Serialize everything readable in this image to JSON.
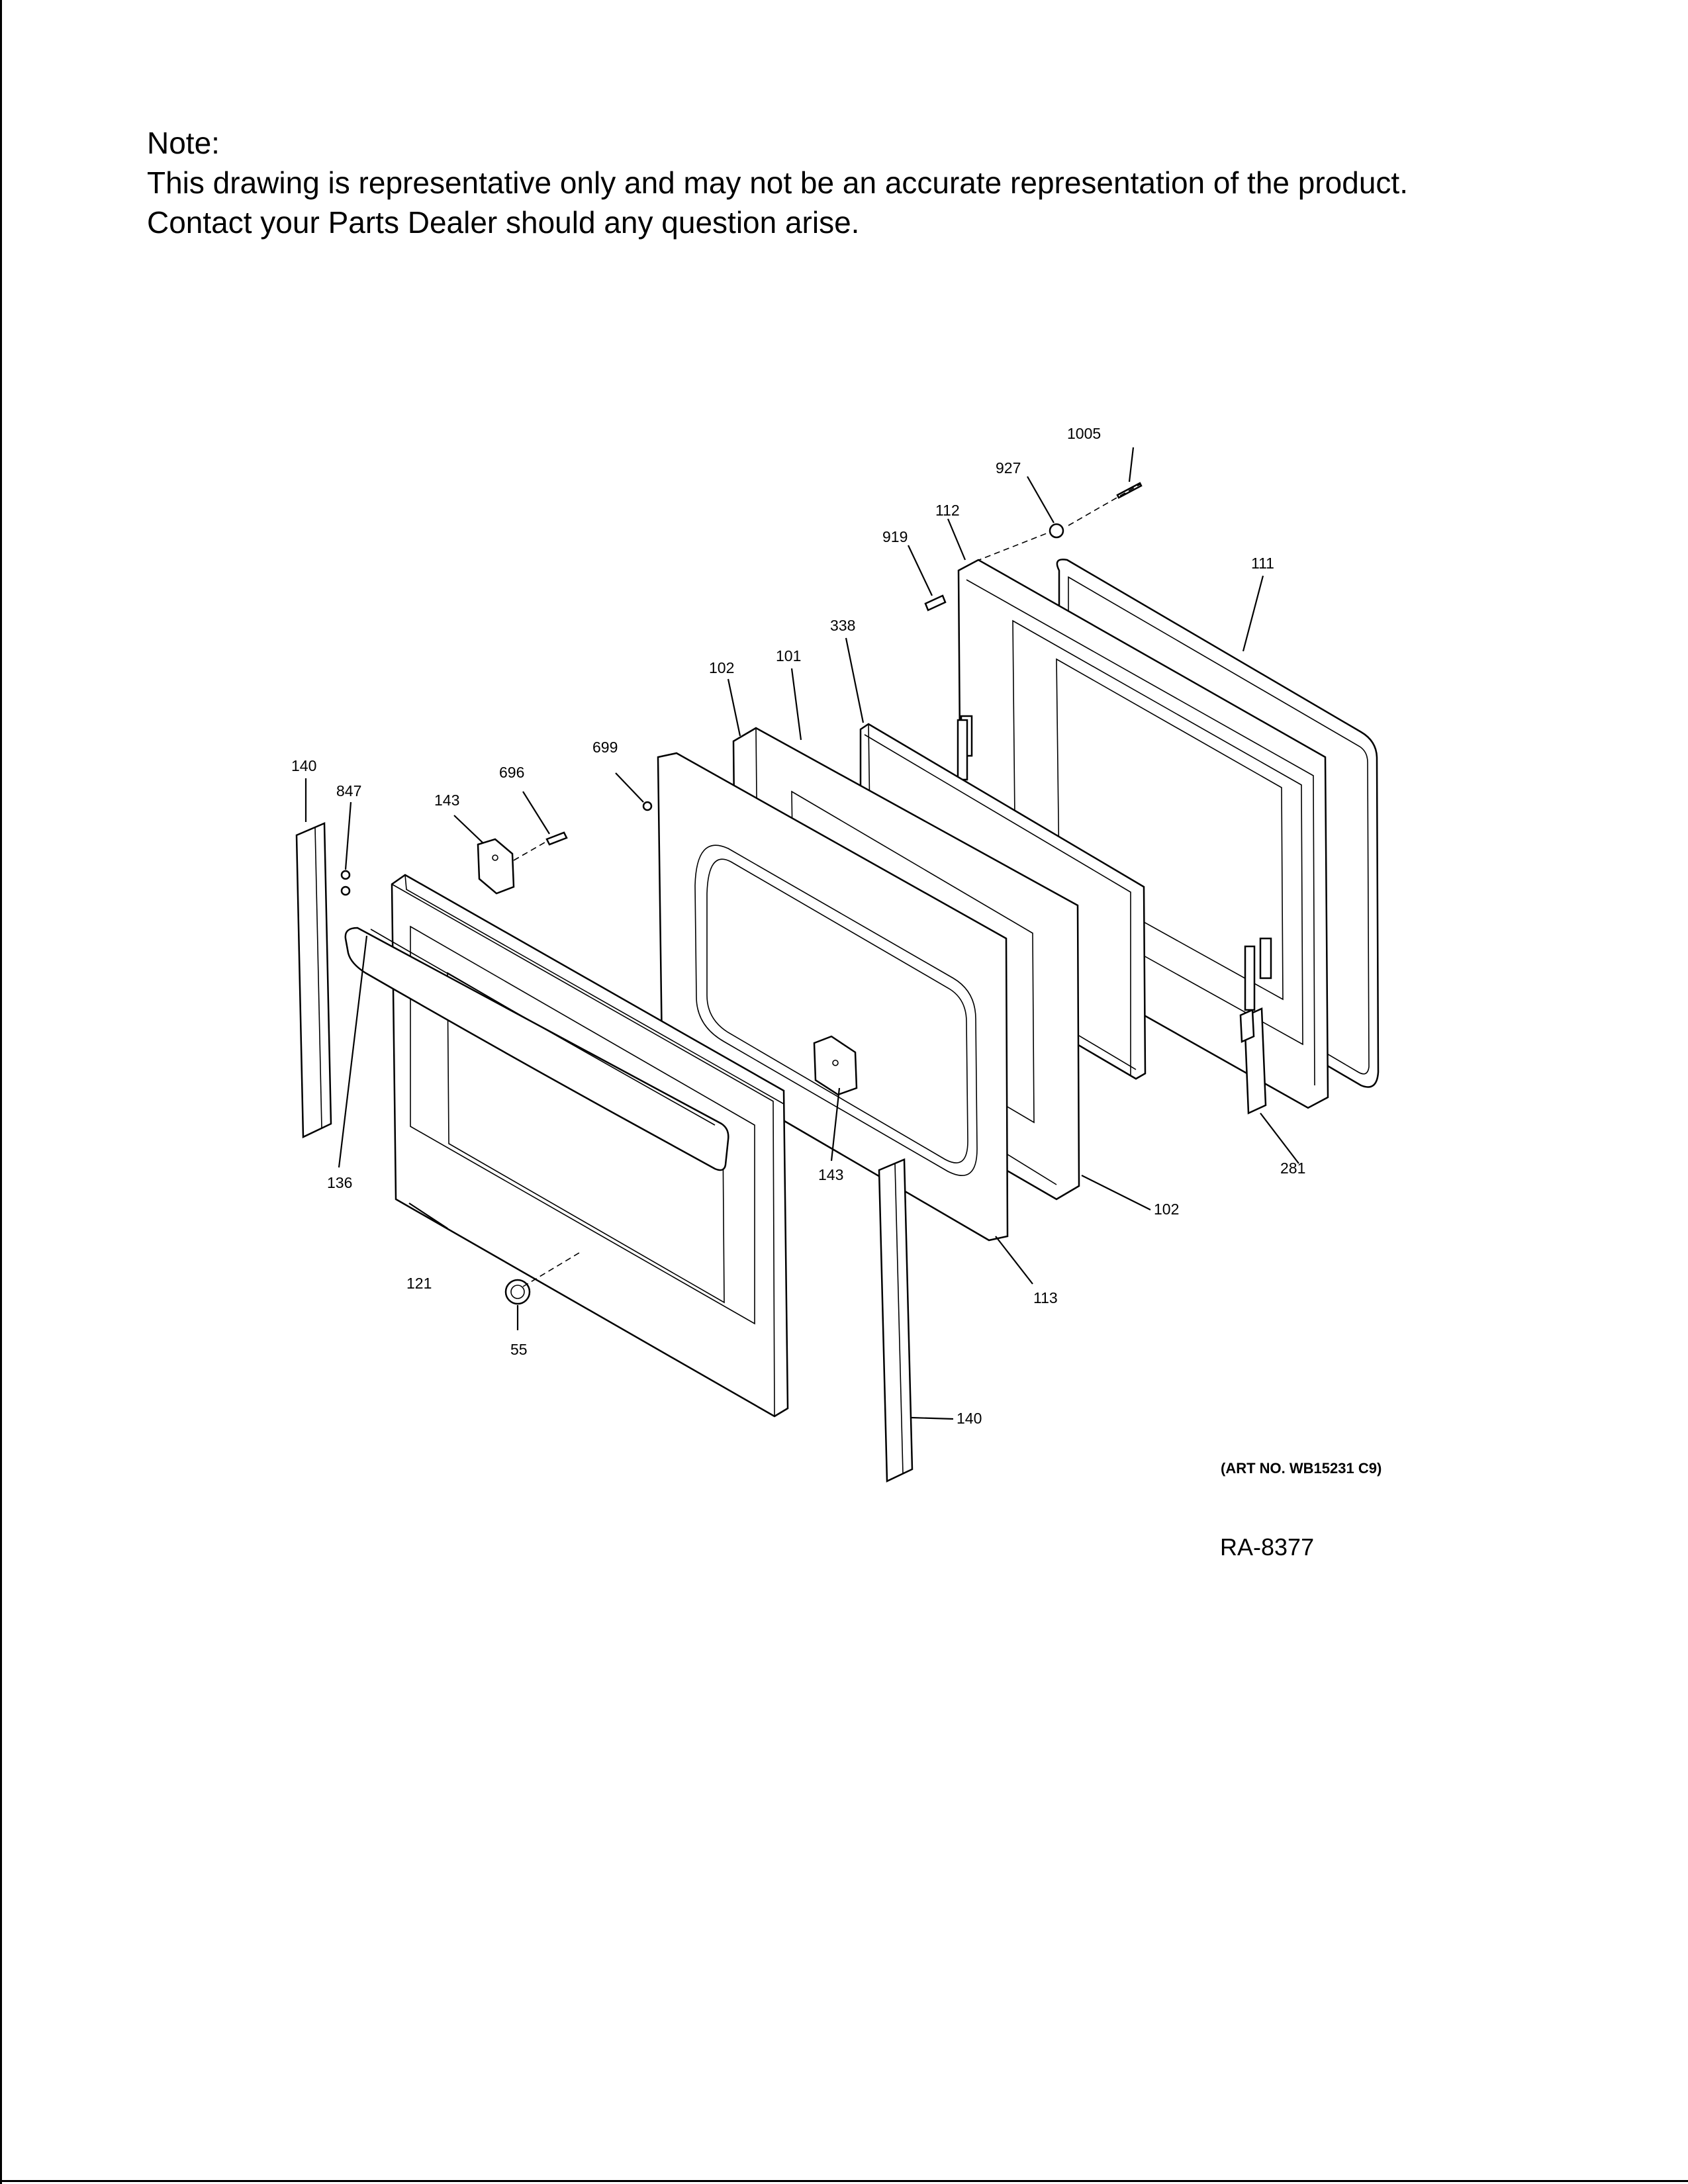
{
  "note": {
    "heading": "Note:",
    "line1": "This drawing is representative only and may not be an accurate representation of the product.",
    "line2": "Contact your Parts Dealer should any question arise."
  },
  "art_number": "(ART NO. WB15231 C9)",
  "ra_code": "RA-8377",
  "callouts": {
    "c1005": "1005",
    "c927": "927",
    "c112": "112",
    "c919": "919",
    "c111": "111",
    "c338": "338",
    "c101": "101",
    "c102_top": "102",
    "c699": "699",
    "c696": "696",
    "c140_left": "140",
    "c847": "847",
    "c143_left": "143",
    "c136": "136",
    "c121": "121",
    "c55": "55",
    "c143_mid": "143",
    "c281": "281",
    "c102_right": "102",
    "c113": "113",
    "c140_bottom": "140"
  }
}
